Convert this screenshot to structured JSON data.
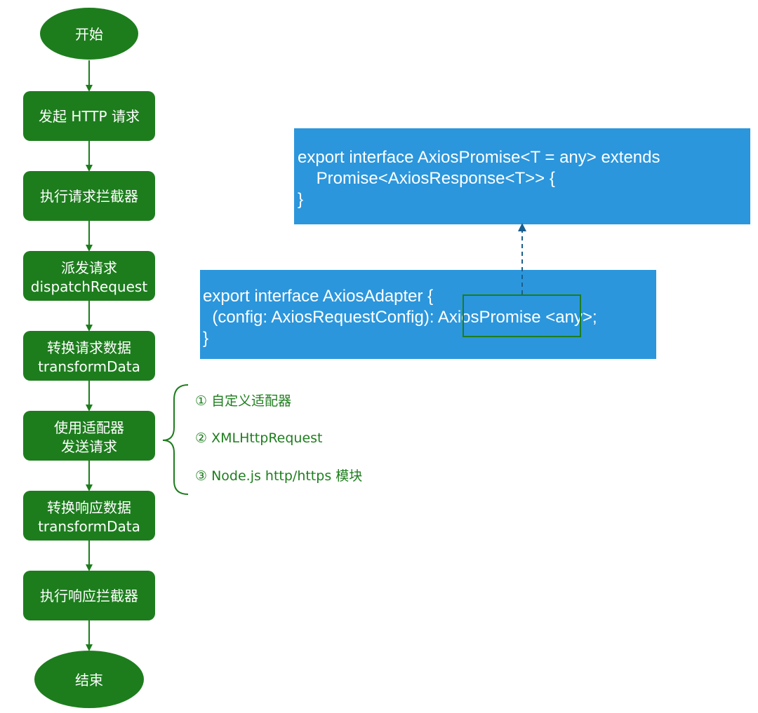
{
  "colors": {
    "node_fill": "#1d7d1d",
    "arrow": "#1d7d1d",
    "brace": "#1d7d1d",
    "option_text": "#1e7e1e",
    "code_box": "#2b96dc",
    "code_text": "#ffffff",
    "highlight_border": "#1d7d1d",
    "dashed_arrow": "#1a5f8f"
  },
  "flow": {
    "start": "开始",
    "steps": [
      {
        "lines": [
          "发起 HTTP 请求"
        ]
      },
      {
        "lines": [
          "执行请求拦截器"
        ]
      },
      {
        "lines": [
          "派发请求",
          "dispatchRequest"
        ]
      },
      {
        "lines": [
          "转换请求数据",
          "transformData"
        ]
      },
      {
        "lines": [
          "使用适配器",
          "发送请求"
        ]
      },
      {
        "lines": [
          "转换响应数据",
          "transformData"
        ]
      },
      {
        "lines": [
          "执行响应拦截器"
        ]
      }
    ],
    "end": "结束"
  },
  "adapters": [
    "① 自定义适配器",
    "② XMLHttpRequest",
    "③ Node.js http/https 模块"
  ],
  "promise_box": {
    "lines": [
      "export interface AxiosPromise<T = any> extends",
      "    Promise<AxiosResponse<T>> {",
      "}"
    ]
  },
  "adapter_box": {
    "line1": "export interface AxiosAdapter {",
    "line2_prefix": "  (config: AxiosRequestConfig): ",
    "line2_highlight": "AxiosPromise",
    "line2_suffix": " <any>;",
    "line3": "}"
  }
}
